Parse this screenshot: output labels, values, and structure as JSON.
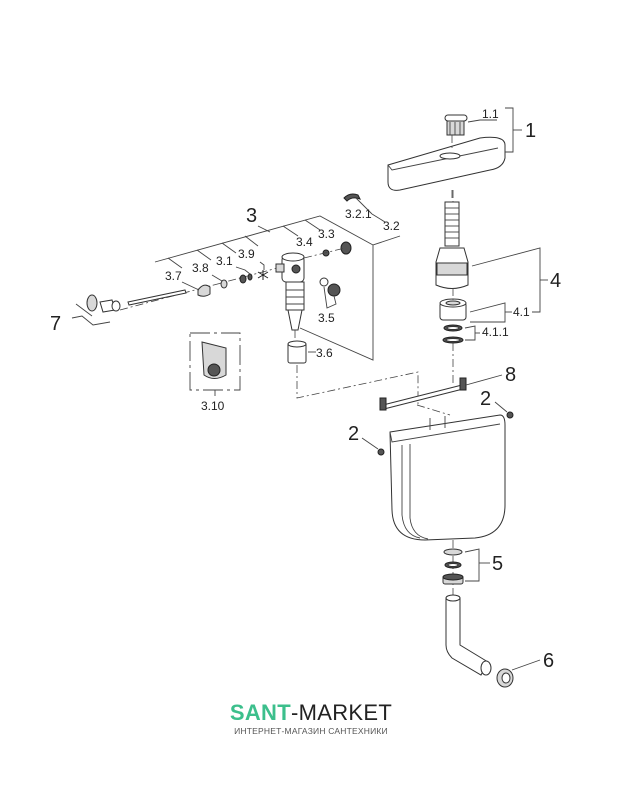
{
  "diagram": {
    "title": "Exploded parts diagram of flush cistern",
    "callouts": {
      "c1": "1",
      "c1_1": "1.1",
      "c2a": "2",
      "c2b": "2",
      "c3": "3",
      "c3_1": "3.1",
      "c3_2": "3.2",
      "c3_2_1": "3.2.1",
      "c3_3": "3.3",
      "c3_4": "3.4",
      "c3_5": "3.5",
      "c3_6": "3.6",
      "c3_7": "3.7",
      "c3_8": "3.8",
      "c3_9": "3.9",
      "c3_10": "3.10",
      "c4": "4",
      "c4_1": "4.1",
      "c4_1_1": "4.1.1",
      "c5": "5",
      "c6": "6",
      "c7": "7",
      "c8": "8"
    }
  },
  "watermark": {
    "brand_accent": "SANT",
    "brand_rest": "-MARKET",
    "tagline": "ИНТЕРНЕТ-МАГАЗИН САНТЕХНИКИ",
    "accent_color": "#3cbf8c"
  }
}
